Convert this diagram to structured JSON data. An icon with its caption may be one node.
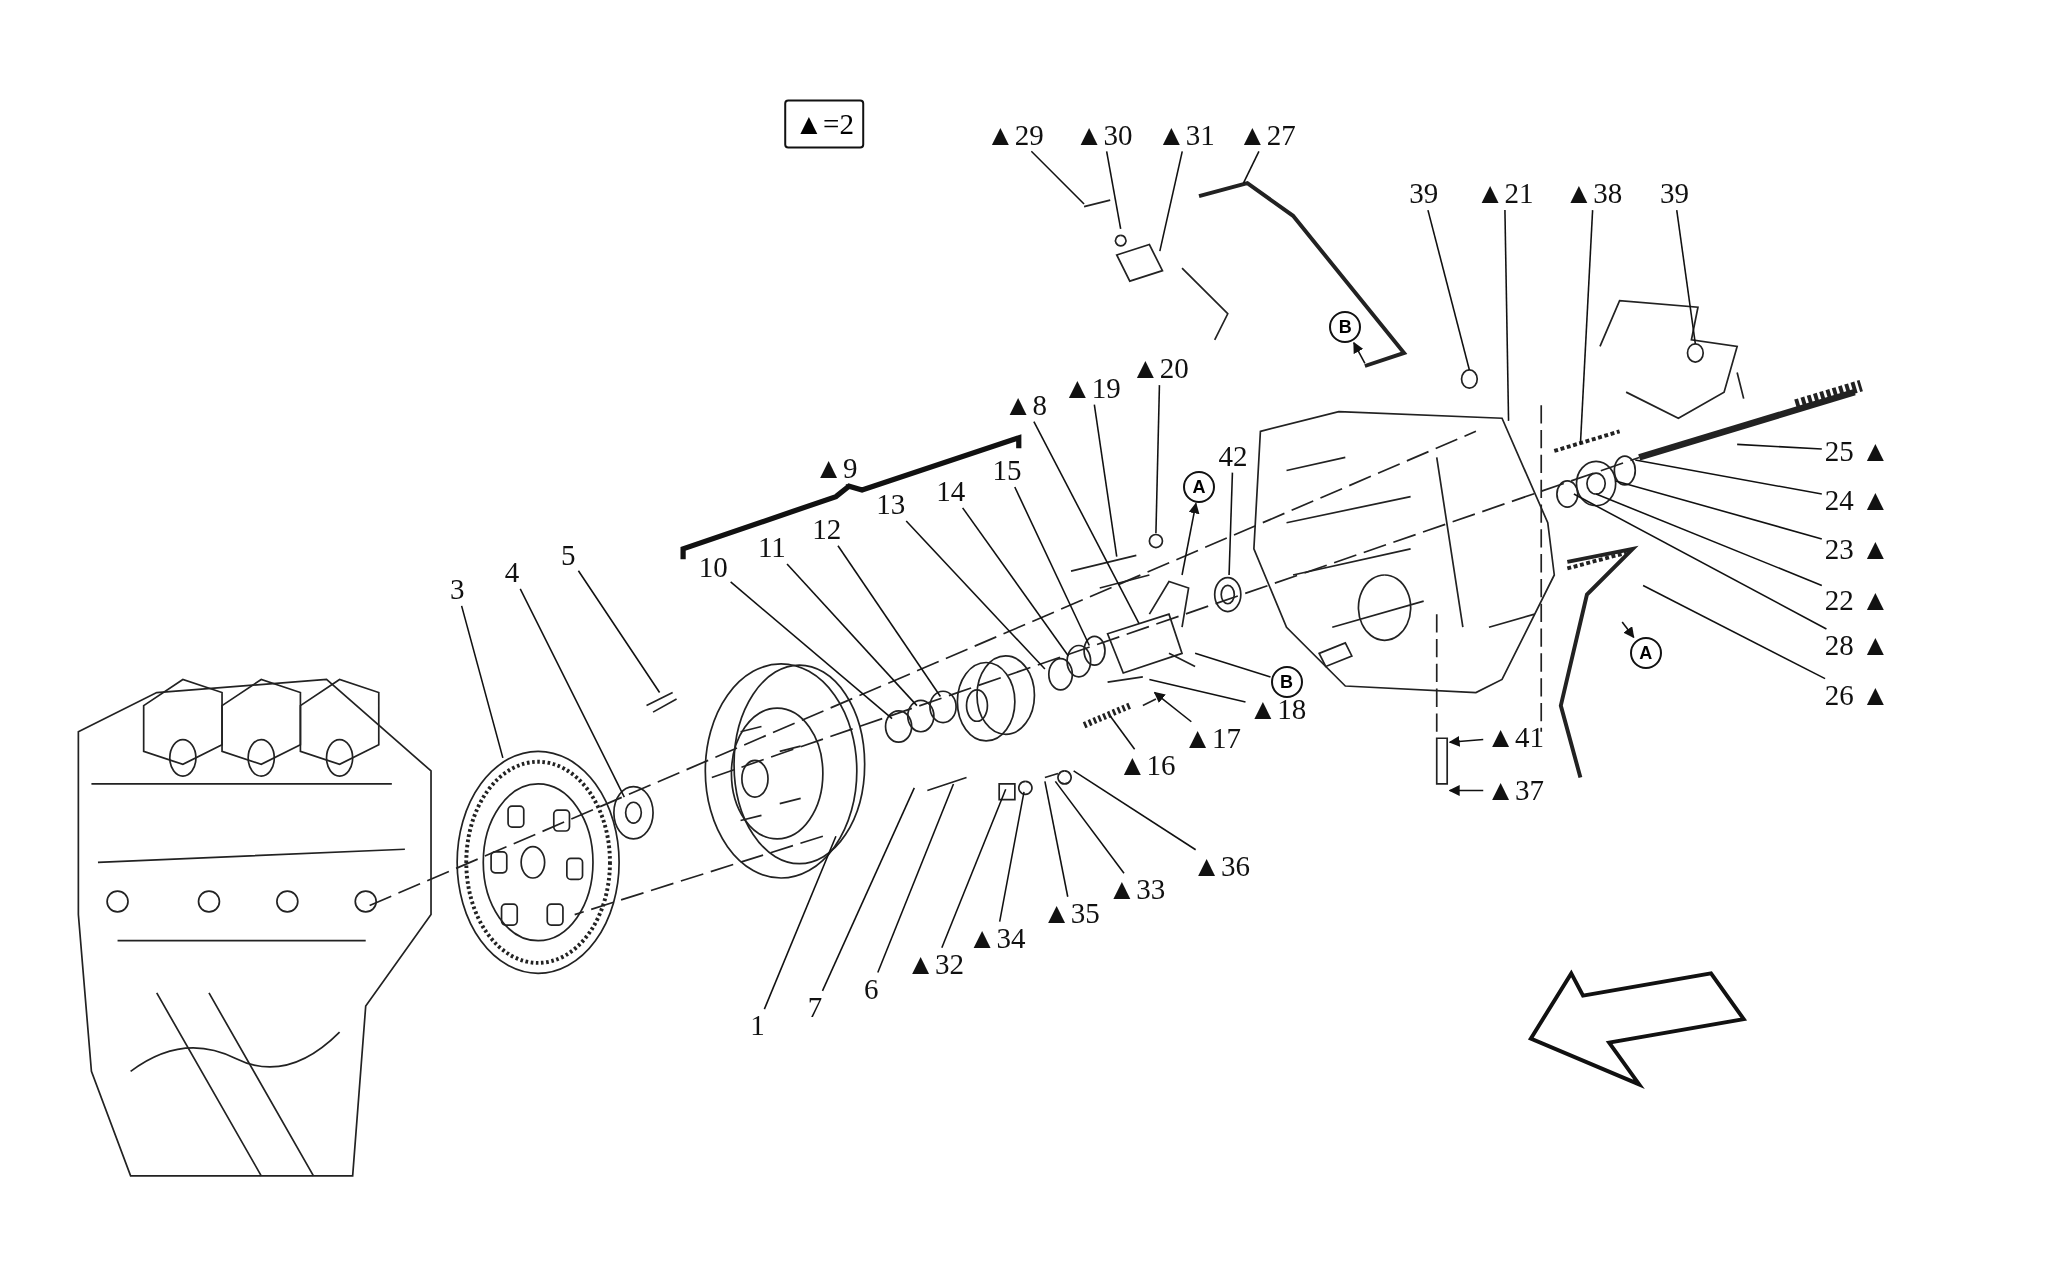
{
  "diagram": {
    "nodes": [
      {
        "text": [
          "▲29"
        ]
      },
      {
        "text": [
          "▲30"
        ]
      },
      {
        "text": [
          "▲31"
        ]
      },
      {
        "text": [
          "▲27"
        ]
      },
      {
        "text": [
          "39"
        ]
      },
      {
        "text": [
          "▲21"
        ]
      },
      {
        "text": [
          "▲38"
        ]
      },
      {
        "text": [
          "39"
        ]
      },
      {
        "text": [
          "▲20"
        ]
      },
      {
        "text": [
          "▲19"
        ]
      },
      {
        "text": [
          "▲8"
        ]
      },
      {
        "text": [
          "42"
        ]
      },
      {
        "text": [
          "▲9"
        ]
      },
      {
        "text": [
          "10"
        ]
      },
      {
        "text": [
          "11"
        ]
      },
      {
        "text": [
          "12"
        ]
      },
      {
        "text": [
          "13"
        ]
      },
      {
        "text": [
          "14"
        ]
      },
      {
        "text": [
          "15"
        ]
      },
      {
        "text": [
          "5"
        ]
      },
      {
        "text": [
          "4"
        ]
      },
      {
        "text": [
          "3"
        ]
      },
      {
        "text": [
          "25 ▲"
        ]
      },
      {
        "text": [
          "24 ▲"
        ]
      },
      {
        "text": [
          "23 ▲"
        ]
      },
      {
        "text": [
          "22 ▲"
        ]
      },
      {
        "text": [
          "28 ▲"
        ]
      },
      {
        "text": [
          "26 ▲"
        ]
      },
      {
        "text": [
          "▲18"
        ]
      },
      {
        "text": [
          "▲17"
        ]
      },
      {
        "text": [
          "▲16"
        ]
      },
      {
        "text": [
          "▲41"
        ]
      },
      {
        "text": [
          "▲37"
        ]
      },
      {
        "text": [
          "▲36"
        ]
      },
      {
        "text": [
          "▲33"
        ]
      },
      {
        "text": [
          "▲35"
        ]
      },
      {
        "text": [
          "▲34"
        ]
      },
      {
        "text": [
          "▲32"
        ]
      },
      {
        "text": [
          "6"
        ]
      },
      {
        "text": [
          "7"
        ]
      },
      {
        "text": [
          "1"
        ]
      },
      {
        "text": [
          "A"
        ]
      },
      {
        "text": [
          "B"
        ]
      },
      {
        "text": [
          "B"
        ]
      },
      {
        "text": [
          "A"
        ]
      }
    ],
    "edges": [
      {
        "from": 0,
        "to": null,
        "arrow": "none"
      },
      {
        "from": 1,
        "to": null,
        "arrow": "none"
      },
      {
        "from": 2,
        "to": null,
        "arrow": "none"
      },
      {
        "from": 3,
        "to": null,
        "arrow": "none"
      },
      {
        "from": 4,
        "to": null,
        "arrow": "none"
      },
      {
        "from": 5,
        "to": null,
        "arrow": "none"
      },
      {
        "from": 6,
        "to": null,
        "arrow": "none"
      },
      {
        "from": 7,
        "to": null,
        "arrow": "none"
      },
      {
        "from": 8,
        "to": null,
        "arrow": "none"
      },
      {
        "from": 9,
        "to": null,
        "arrow": "none"
      },
      {
        "from": 10,
        "to": null,
        "arrow": "none"
      },
      {
        "from": 11,
        "to": null,
        "arrow": "none"
      },
      {
        "from": 12,
        "to": null,
        "arrow": "none"
      },
      {
        "from": 13,
        "to": null,
        "arrow": "none"
      },
      {
        "from": 14,
        "to": null,
        "arrow": "none"
      },
      {
        "from": 15,
        "to": null,
        "arrow": "none"
      },
      {
        "from": 16,
        "to": null,
        "arrow": "none"
      },
      {
        "from": 17,
        "to": null,
        "arrow": "none"
      },
      {
        "from": 18,
        "to": null,
        "arrow": "none"
      },
      {
        "from": 19,
        "to": null,
        "arrow": "none"
      },
      {
        "from": 20,
        "to": null,
        "arrow": "none"
      },
      {
        "from": 21,
        "to": null,
        "arrow": "none"
      },
      {
        "from": 22,
        "to": null,
        "arrow": "none"
      },
      {
        "from": 23,
        "to": null,
        "arrow": "none"
      },
      {
        "from": 24,
        "to": null,
        "arrow": "none"
      },
      {
        "from": 25,
        "to": null,
        "arrow": "none"
      },
      {
        "from": 26,
        "to": null,
        "arrow": "none"
      },
      {
        "from": 27,
        "to": null,
        "arrow": "none"
      },
      {
        "from": 28,
        "to": null,
        "arrow": "none"
      },
      {
        "from": 29,
        "to": null,
        "arrow": "to"
      },
      {
        "from": 30,
        "to": null,
        "arrow": "none"
      },
      {
        "from": 31,
        "to": null,
        "arrow": "to"
      },
      {
        "from": 32,
        "to": null,
        "arrow": "to"
      },
      {
        "from": 33,
        "to": null,
        "arrow": "none"
      },
      {
        "from": 34,
        "to": null,
        "arrow": "none"
      },
      {
        "from": 35,
        "to": null,
        "arrow": "none"
      },
      {
        "from": 36,
        "to": null,
        "arrow": "none"
      },
      {
        "from": 37,
        "to": null,
        "arrow": "none"
      },
      {
        "from": 38,
        "to": null,
        "arrow": "none"
      },
      {
        "from": 39,
        "to": null,
        "arrow": "none"
      },
      {
        "from": 40,
        "to": null,
        "arrow": "none"
      },
      {
        "from": null,
        "to": 41,
        "arrow": "to"
      },
      {
        "from": null,
        "to": 42,
        "arrow": "to"
      },
      {
        "from": null,
        "to": 43,
        "arrow": "none"
      },
      {
        "from": null,
        "to": 44,
        "arrow": "to"
      }
    ],
    "labels": [
      "▲=2"
    ]
  }
}
